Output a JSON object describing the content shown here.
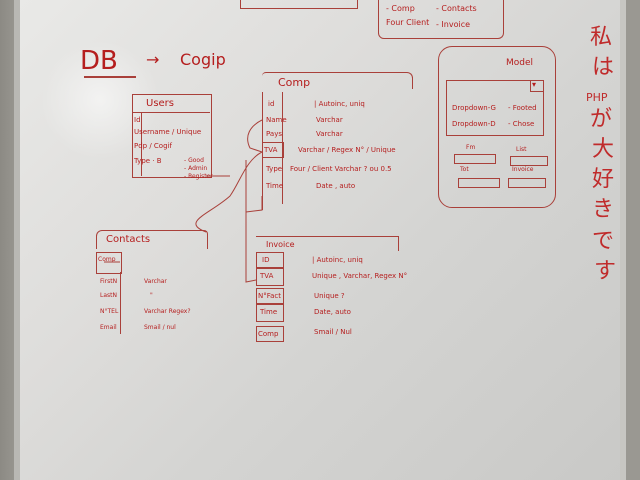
{
  "title": {
    "left": "DB",
    "right": "Cogip"
  },
  "users": {
    "header": "Users",
    "rows": [
      "Id",
      "Username / Unique",
      "Pdp / Cogif",
      "Type · B",
      "- Good",
      "- Admin",
      "- Register"
    ]
  },
  "comp": {
    "header": "Comp",
    "fields": [
      "id",
      "Name",
      "Pays",
      "TVA",
      "Type",
      "Time"
    ],
    "details": [
      "| Autoinc, uniq",
      "Varchar",
      "Varchar",
      "Varchar / Regex N° / Unique",
      "Four / Client  Varchar ? ou 0.5",
      "Date , auto"
    ]
  },
  "contacts": {
    "header": "Contacts",
    "fields": [
      "Comp",
      "FirstN",
      "LastN",
      "N°TEL",
      "Email"
    ],
    "details": [
      "Varchar",
      "\"",
      "Varchar Regex?",
      "Smail / nul"
    ]
  },
  "invoice": {
    "header": "Invoice",
    "fields": [
      "ID",
      "TVA",
      "N°Fact",
      "Time",
      "Comp"
    ],
    "details": [
      "| Autoinc, uniq",
      "Unique , Varchar, Regex N°",
      "Unique ?",
      "Date, auto",
      "Smail / Nul"
    ]
  },
  "top_note": {
    "items": [
      "- Comp",
      "- Contacts",
      "Four Client",
      "- Invoice"
    ]
  },
  "model": {
    "header": "Model",
    "items": [
      "Dropdown-G",
      "- Footed",
      "Dropdown-D",
      "- Chose"
    ],
    "lower": [
      "Fm",
      "List",
      "Tot",
      "Invoice"
    ]
  },
  "side_text": [
    "私",
    "は",
    "PHP",
    "が",
    "大",
    "好",
    "き",
    "で",
    "す"
  ]
}
